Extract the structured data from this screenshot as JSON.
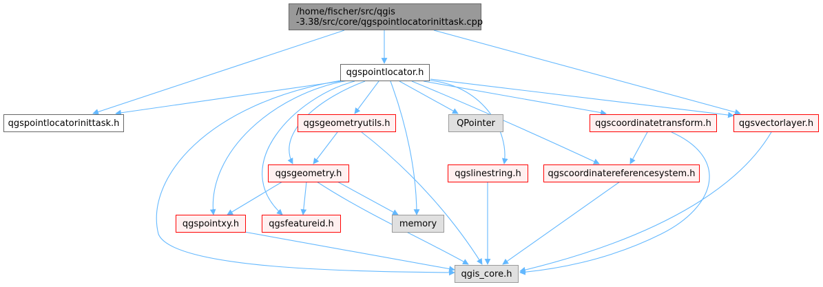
{
  "colors": {
    "edge": "#63b8ff",
    "root_fill": "#999999",
    "red_border": "#ff0000",
    "red_fill": "#fff0f0",
    "grey_fill": "#e0e0e0"
  },
  "nodes": {
    "root": "/home/fischer/src/qgis\n-3.38/src/core/qgspointlocatorinittask.cpp",
    "qgspointlocator": "qgspointlocator.h",
    "qgspointlocatorinittask": "qgspointlocatorinittask.h",
    "qgsgeometryutils": "qgsgeometryutils.h",
    "qpointer": "QPointer",
    "qgscoordinatetransform": "qgscoordinatetransform.h",
    "qgsvectorlayer": "qgsvectorlayer.h",
    "qgsgeometry": "qgsgeometry.h",
    "qgslinestring": "qgslinestring.h",
    "qgscoordinatereferencesystem": "qgscoordinatereferencesystem.h",
    "qgspointxy": "qgspointxy.h",
    "qgsfeatureid": "qgsfeatureid.h",
    "memory": "memory",
    "qgis_core": "qgis_core.h"
  }
}
